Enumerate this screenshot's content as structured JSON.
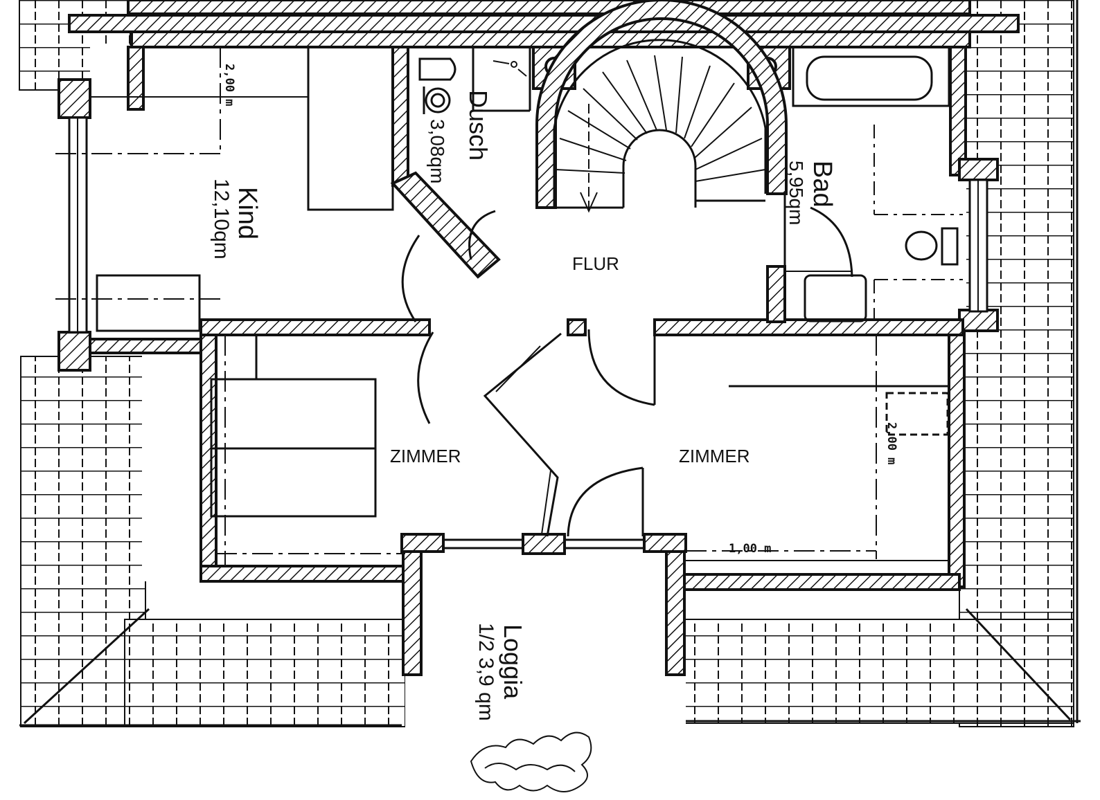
{
  "rooms": {
    "kind": {
      "name": "Kind",
      "area": "12,10qm"
    },
    "dusch": {
      "name": "Dusch",
      "area": "3,08qm"
    },
    "bad": {
      "name": "Bad",
      "area": "5,95qm"
    },
    "flur": {
      "name": "FLUR"
    },
    "zimmer_left": {
      "name": "ZIMMER"
    },
    "zimmer_right": {
      "name": "ZIMMER"
    },
    "loggia": {
      "name": "Loggia",
      "area": "1/2 3,9 qm"
    }
  },
  "dimensions": {
    "kind_height_mark": "2,00 m",
    "zimmer_height_mark": "2,00 m",
    "zimmer_bottom_mark": "1,00 m"
  },
  "colors": {
    "ink": "#111111",
    "paper": "#ffffff"
  }
}
